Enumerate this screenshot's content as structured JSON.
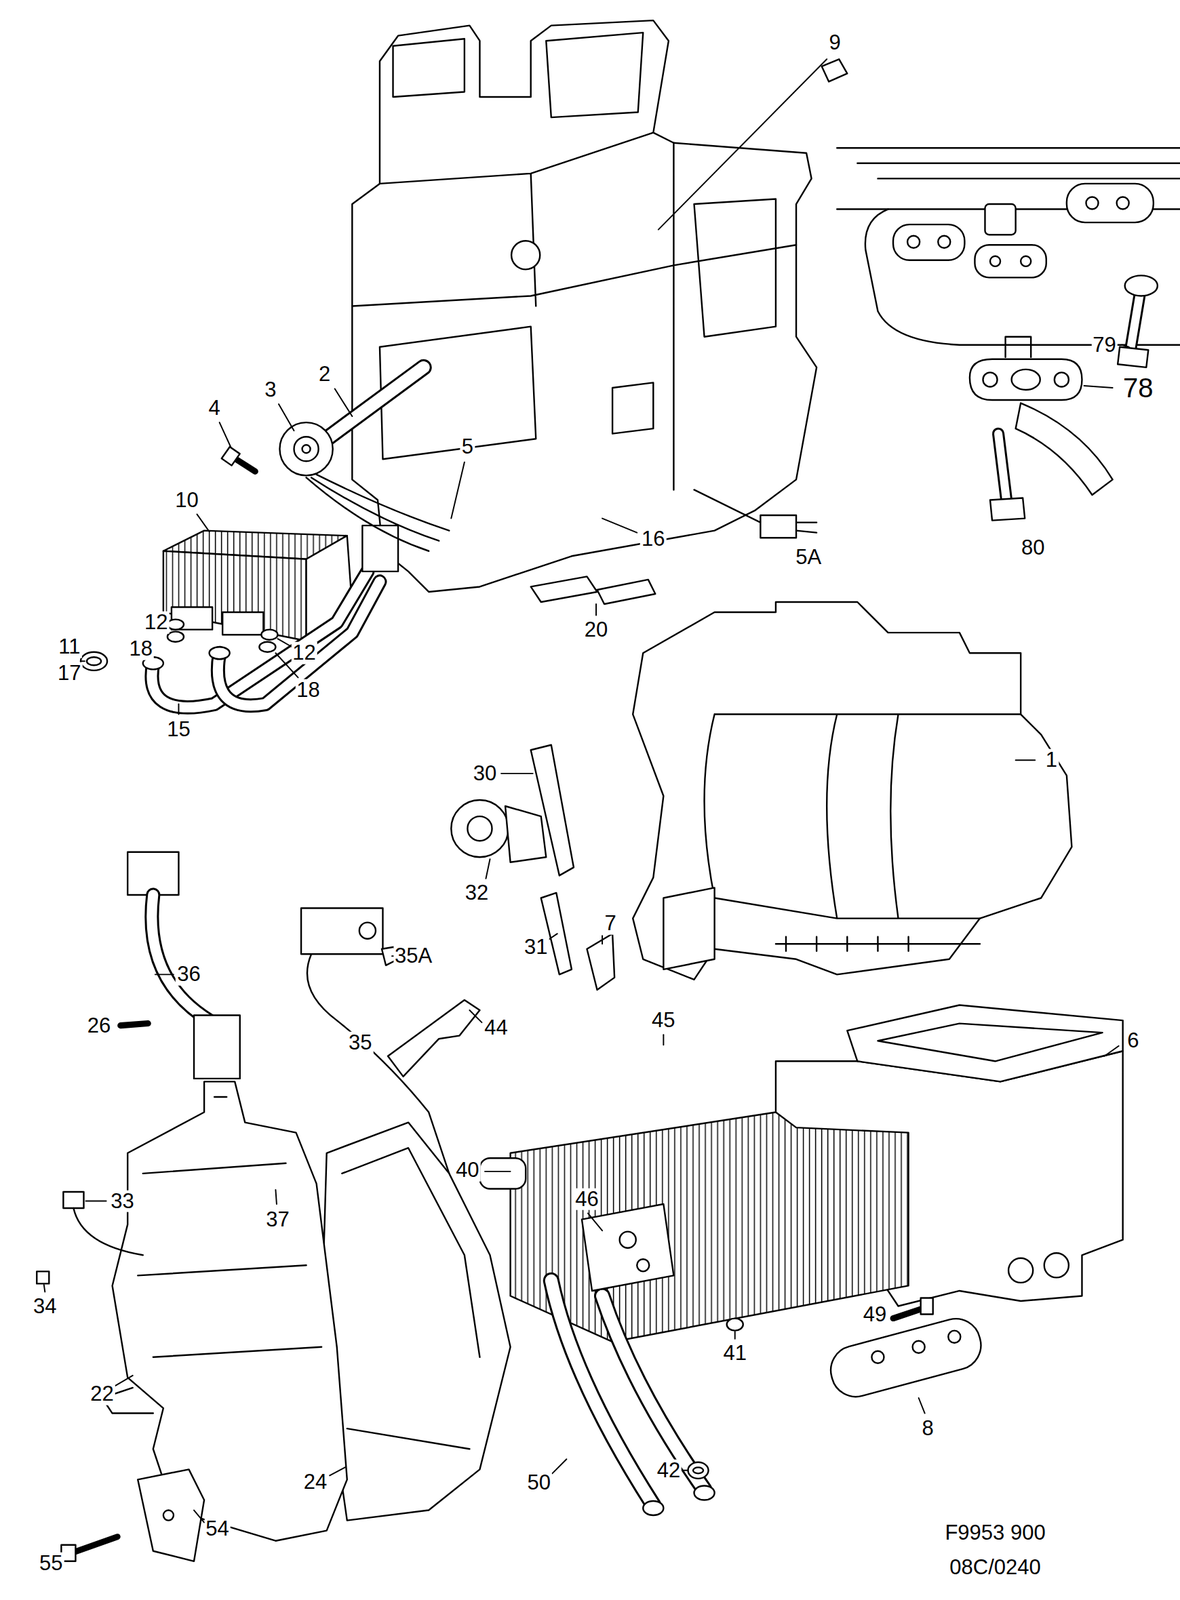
{
  "diagram": {
    "labels": [
      "9",
      "79",
      "78",
      "80",
      "2",
      "3",
      "4",
      "5",
      "10",
      "16",
      "5A",
      "20",
      "12",
      "18",
      "11",
      "17",
      "12",
      "18",
      "15",
      "1",
      "30",
      "32",
      "31",
      "7",
      "35A",
      "36",
      "26",
      "35",
      "44",
      "45",
      "6",
      "33",
      "37",
      "40",
      "46",
      "34",
      "49",
      "22",
      "41",
      "8",
      "24",
      "50",
      "42",
      "54",
      "55",
      "F9953 900",
      "08C/0240"
    ]
  }
}
